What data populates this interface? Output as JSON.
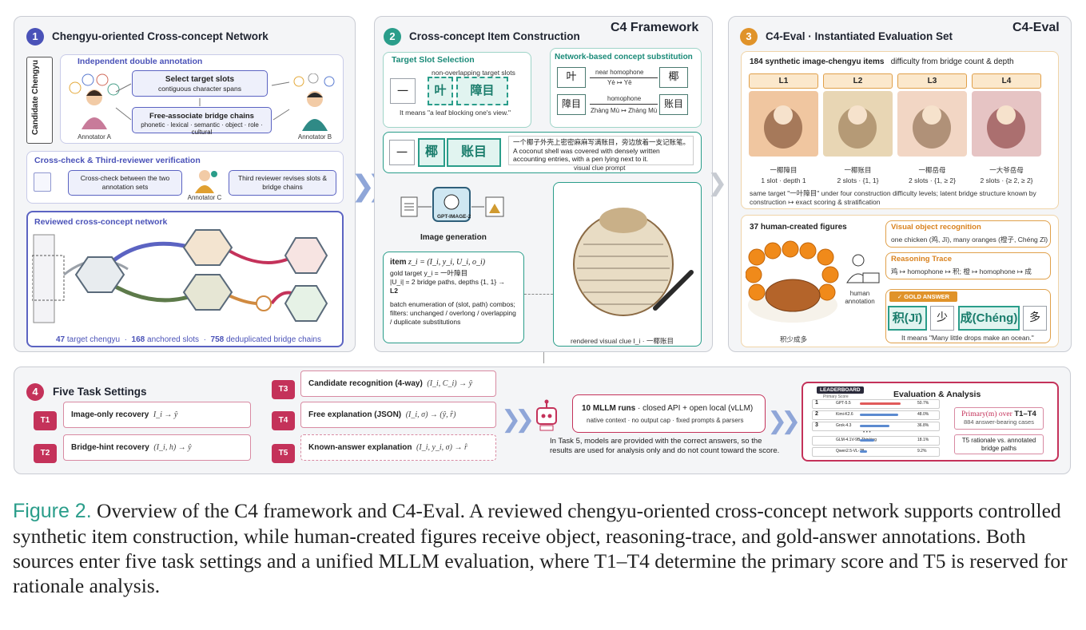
{
  "panel1": {
    "number": "1",
    "title": "Chengyu-oriented Cross-concept Network",
    "candidate_label": "Candidate Chengyu",
    "double_annotation_title": "Independent double annotation",
    "select_slots_title": "Select target slots",
    "select_slots_sub": "contiguous character spans",
    "free_assoc_title": "Free-associate bridge chains",
    "free_assoc_sub": "phonetic · lexical · semantic · object · role · cultural",
    "annotator_a": "Annotator A",
    "annotator_b": "Annotator B",
    "crosscheck_title": "Cross-check & Third-reviewer verification",
    "crosscheck_box": "Cross-check between the two annotation sets",
    "annotator_c": "Annotator C",
    "third_reviewer_box": "Third reviewer revises slots & bridge chains",
    "reviewed_title": "Reviewed cross-concept network",
    "stats_1_value": "47",
    "stats_1_label": "target chengyu",
    "stats_2_value": "168",
    "stats_2_label": "anchored slots",
    "stats_3_value": "758",
    "stats_3_label": "deduplicated bridge chains",
    "sep": "·"
  },
  "panel2": {
    "framework_label": "C4 Framework",
    "number": "2",
    "title": "Cross-concept Item Construction",
    "slot_selection_title": "Target Slot Selection",
    "non_overlap_label": "non-overlapping target slots",
    "dash": "一",
    "slot_char_1": "叶",
    "slot_char_2": "障目",
    "meaning": "It means \"a leaf blocking one's view.\"",
    "substitution_title": "Network-based concept substitution",
    "sub1_from": "叶",
    "sub1_relation": "near homophone",
    "sub1_pinyin": "Yè ↦ Yē",
    "sub1_to": "椰",
    "sub2_from": "障目",
    "sub2_relation": "homophone",
    "sub2_pinyin": "Zhàng Mù ↦ Zhàng Mù",
    "sub2_to": "账目",
    "prompt_char_1": "一",
    "prompt_char_2": "椰",
    "prompt_char_3": "账目",
    "prompt_cn": "一个椰子外壳上密密麻麻写满账目，旁边放着一支记账笔。",
    "prompt_en": "A coconut shell was covered with densely written accounting entries, with a pen lying next to it.",
    "prompt_caption": "visual clue prompt",
    "model_label": "GPT-IMAGE-2",
    "image_gen_label": "Image generation",
    "item_prefix": "item",
    "item_formula": "z_i = (I_i, y_i, U_i, o_i)",
    "gold_line": "gold target y_i = 一叶障目",
    "paths_line": "|U_i| = 2 bridge paths, depths {1, 1} →",
    "level_line": "L2",
    "batch_line": "batch enumeration of (slot, path) combos; filters: unchanged / overlong / overlapping / duplicate substitutions",
    "rendered_caption": "rendered visual clue I_i · 一椰账目"
  },
  "panel3": {
    "eval_label": "C4-Eval",
    "number": "3",
    "title": "C4-Eval · Instantiated Evaluation Set",
    "synth_count": "184 synthetic image-chengyu items",
    "synth_desc": "difficulty from bridge count & depth",
    "levels": [
      {
        "label": "L1",
        "chengyu": "一椰障目",
        "slots": "1 slot · depth 1"
      },
      {
        "label": "L2",
        "chengyu": "一椰账目",
        "slots": "2 slots · {1, 1}"
      },
      {
        "label": "L3",
        "chengyu": "一椰岳母",
        "slots": "2 slots · {1, ≥ 2}"
      },
      {
        "label": "L4",
        "chengyu": "一大爷岳母",
        "slots": "2 slots · {≥ 2, ≥ 2}"
      }
    ],
    "same_target_note": "same target \"一叶障目\" under four construction difficulty levels; latent bridge structure known by construction ↦ exact scoring & stratification",
    "human_count": "37 human-created figures",
    "human_annotation": "human annotation",
    "figure_caption": "积少成多",
    "vor_title": "Visual object recognition",
    "vor_text": "one chicken (鸡, Jī), many oranges (橙子, Chéng Zǐ)",
    "rt_title": "Reasoning Trace",
    "rt_text": "鸡 ↦ homophone ↦ 积; 橙 ↦ homophone ↦ 成",
    "gold_tag": "✓ GOLD ANSWER",
    "gold_chars": [
      "积(Jī)",
      "少",
      "成(Chéng)",
      "多"
    ],
    "gold_meaning": "It means \"Many little drops make an ocean.\""
  },
  "panel4": {
    "number": "4",
    "title": "Five Task Settings",
    "tasks": [
      {
        "id": "T1",
        "label": "Image-only recovery",
        "formula": "I_i → ŷ"
      },
      {
        "id": "T2",
        "label": "Bridge-hint recovery",
        "formula": "(I_i, h) → ŷ"
      },
      {
        "id": "T3",
        "label": "Candidate recognition (4-way)",
        "formula": "(I_i, C_i) → ŷ"
      },
      {
        "id": "T4",
        "label": "Free explanation (JSON)",
        "formula": "(I_i, σ) → (ŷ, r̂)"
      },
      {
        "id": "T5",
        "label": "Known-answer explanation",
        "formula": "(I_i, y_i, σ) → r̂"
      }
    ],
    "runs_title": "10 MLLM runs",
    "runs_desc": "· closed API + open local (vLLM)",
    "runs_sub": "native context · no output cap · fixed prompts & parsers",
    "task5_note": "In Task 5, models are provided with the correct answers, so the results are used for analysis only and do not count toward the score.",
    "leaderboard_tag": "LEADERBOARD",
    "leaderboard_sub": "Primary Score",
    "eval_title": "Evaluation & Analysis",
    "rows": [
      {
        "rank": "1",
        "model": "GPT-5.5",
        "score": "50.7%",
        "value": 50.7
      },
      {
        "rank": "2",
        "model": "Kimi-K2.6",
        "score": "48.0%",
        "value": 48.0
      },
      {
        "rank": "3",
        "model": "Grok-4.3",
        "score": "36.8%",
        "value": 36.8
      },
      {
        "rank": "",
        "model": "GLM-4.1V-9B-Thinking",
        "score": "18.1%",
        "value": 18.1
      },
      {
        "rank": "",
        "model": "Qwen2.5-VL-7B",
        "score": "9.2%",
        "value": 9.2
      }
    ],
    "ellipsis": "• • •",
    "primary_formula": "Primary(m) over",
    "primary_range": "T1–T4",
    "primary_sub": "884 answer-bearing cases",
    "rationale_text": "T5 rationale vs. annotated bridge paths"
  },
  "caption": {
    "fig": "Figure 2.",
    "text": " Overview of the C4 framework and C4-Eval. A reviewed chengyu-oriented cross-concept network supports controlled synthetic item construction, while human-created figures receive object, reasoning-trace, and gold-answer annotations. Both sources enter five task settings and a unified MLLM evaluation, where T1–T4 determine the primary score and T5 is reserved for rationale analysis."
  },
  "colors": {
    "purple": "#4a52b8",
    "teal": "#2a9d8a",
    "orange": "#e0a04a",
    "crimson": "#c4325a"
  }
}
